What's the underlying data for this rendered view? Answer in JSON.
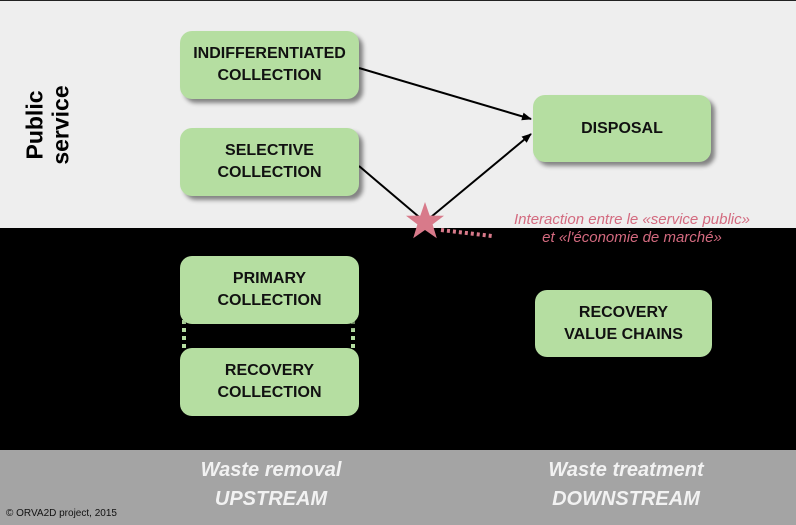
{
  "side_label": "Public\nservice",
  "boxes": {
    "indifferentiated": "INDIFFERENTIATED\nCOLLECTION",
    "selective": "SELECTIVE\nCOLLECTION",
    "disposal": "DISPOSAL",
    "primary": "PRIMARY\nCOLLECTION",
    "recovery_collection": "RECOVERY\nCOLLECTION",
    "recovery_chains": "RECOVERY\nVALUE CHAINS"
  },
  "annotation": {
    "line1": "Interaction entre le «service public»",
    "line2": "et «l'économie de marché»"
  },
  "bottom": {
    "left_title": "Waste removal",
    "left_subtitle": "UPSTREAM",
    "right_title": "Waste treatment",
    "right_subtitle": "DOWNSTREAM"
  },
  "copyright": "© ORVA2D project, 2015",
  "colors": {
    "box_fill": "#b5dea1",
    "top_band": "#eeeeee",
    "bottom_band": "#a4a4a4",
    "star": "#d87a8a",
    "annotation": "#d36a7f"
  }
}
